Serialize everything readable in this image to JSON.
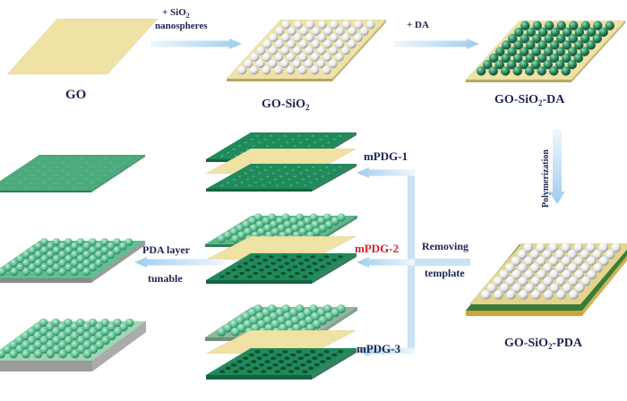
{
  "diagram": {
    "steps": {
      "go": "GO",
      "go_sio2_prefix": "GO-SiO",
      "go_sio2_sub": "2",
      "go_sio2_da_prefix": "GO-SiO",
      "go_sio2_da_sub": "2",
      "go_sio2_da_suffix": "-DA",
      "go_sio2_pda_prefix": "GO-SiO",
      "go_sio2_pda_sub": "2",
      "go_sio2_pda_suffix": "-PDA"
    },
    "arrows": {
      "add_sio2_prefix": "+ SiO",
      "add_sio2_sub": "2",
      "add_sio2_line2": "nanospheres",
      "add_da": "+ DA",
      "polymerization": "Polymerization",
      "removing_line1": "Removing",
      "removing_line2": "template",
      "pda_layer_line1": "PDA layer",
      "pda_layer_line2": "tunable"
    },
    "products": {
      "mpdg1": "mPDG-1",
      "mpdg2": "mPDG-2",
      "mpdg3": "mPDG-3"
    },
    "colors": {
      "go_sheet": "#efe2a4",
      "sio2_sphere": "#f2f2f2",
      "da_sphere": "#2e8b63",
      "pda_dark": "#1f8a5a",
      "pda_light": "#6cc09a",
      "arrow": "#c9e2f4",
      "label_navy": "#1c2352",
      "label_red": "#d4232a"
    }
  }
}
